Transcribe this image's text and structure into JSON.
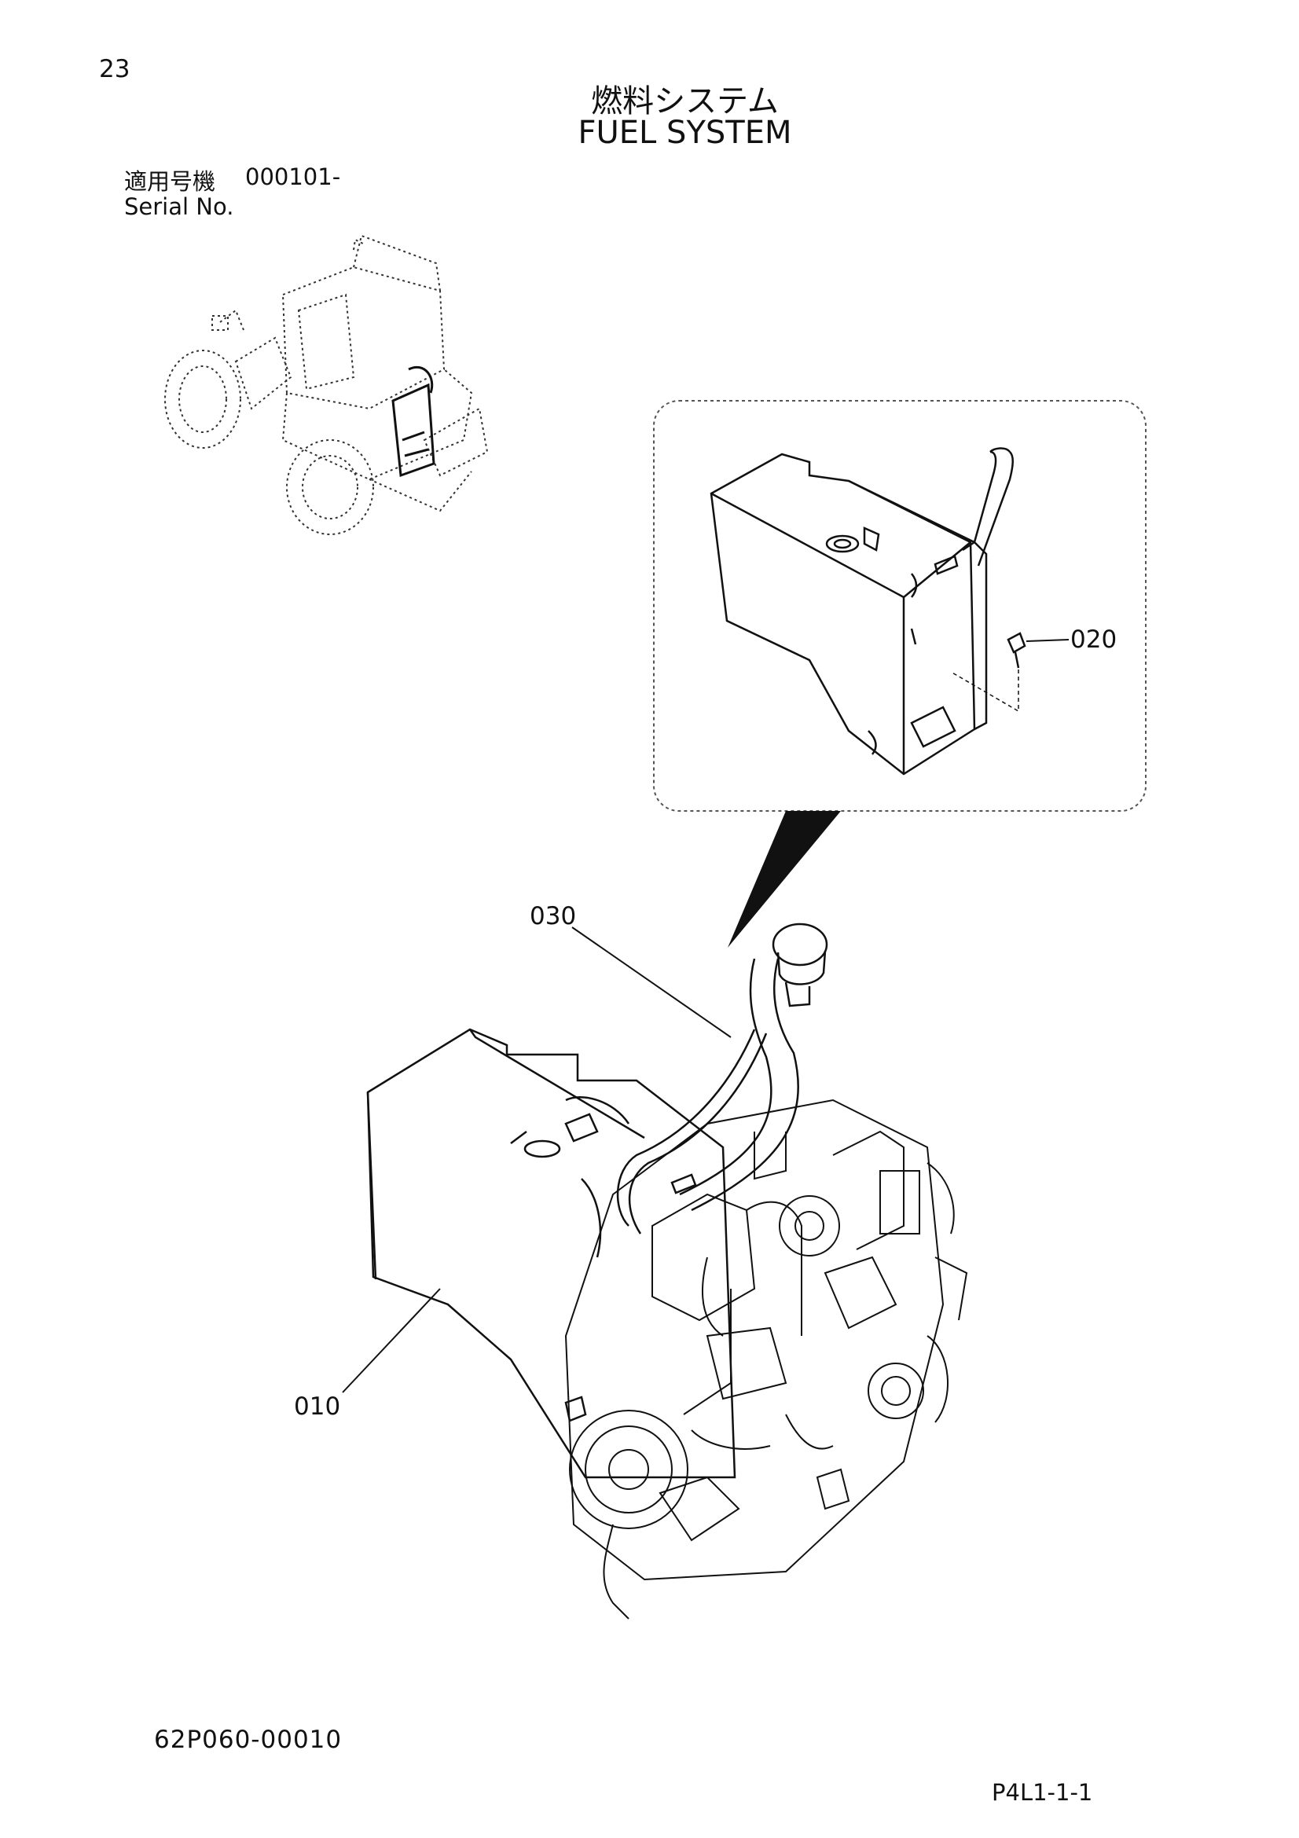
{
  "page_number": "23",
  "title": {
    "japanese": "燃料システム",
    "english": "FUEL SYSTEM"
  },
  "serial": {
    "japanese_label": "適用号機",
    "range": "000101-",
    "english_label": "Serial No."
  },
  "callouts": {
    "fuel_hose": "030",
    "bolt": "020",
    "fuel_tank": "010"
  },
  "part_number": "62P060-00010",
  "page_code": "P4L1-1-1"
}
